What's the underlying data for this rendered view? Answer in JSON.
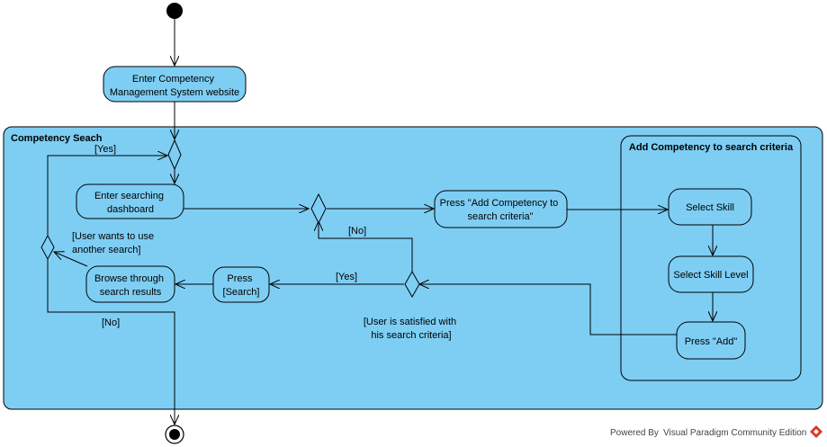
{
  "diagram": {
    "start_action": [
      "Enter Competency",
      "Management System website"
    ],
    "partition_main": "Competency Seach",
    "partition_sub": "Add Competency to search criteria",
    "actions": {
      "enter_dashboard": [
        "Enter searching",
        "dashboard"
      ],
      "press_add_competency": [
        "Press \"Add Competency to",
        "search criteria\""
      ],
      "select_skill": "Select Skill",
      "select_skill_level": "Select Skill Level",
      "press_add": "Press \"Add\"",
      "press_search": [
        "Press",
        "[Search]"
      ],
      "browse_results": [
        "Browse through",
        "search results"
      ]
    },
    "guards": {
      "yes_top": "[Yes]",
      "no_mid": "[No]",
      "yes_mid": "[Yes]",
      "no_bottom": "[No]",
      "another_search": [
        "[User wants to use",
        "another search]"
      ],
      "satisfied": [
        "[User is satisfied with",
        "his search criteria]"
      ]
    }
  },
  "footer": {
    "powered_by": "Powered By",
    "edition": "Visual Paradigm Community Edition"
  }
}
